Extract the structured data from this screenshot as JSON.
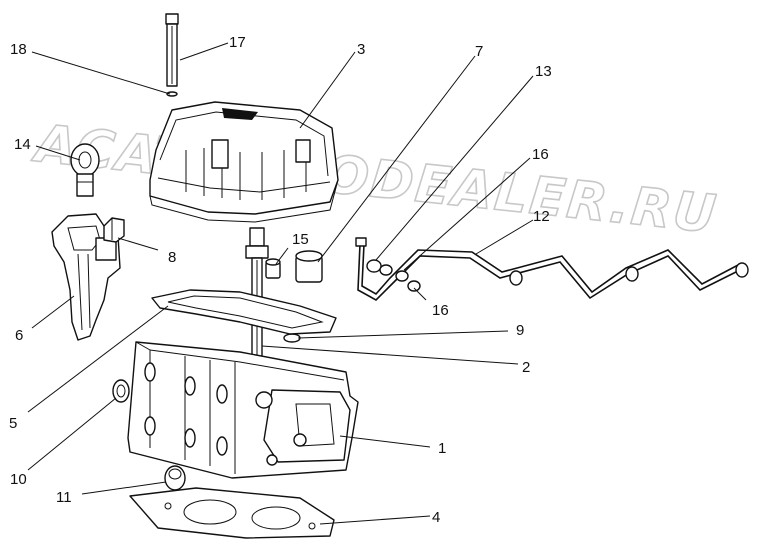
{
  "watermark": "ACAT.AUTODEALER.RU",
  "callouts": [
    {
      "id": "18",
      "label": "18"
    },
    {
      "id": "17",
      "label": "17"
    },
    {
      "id": "3",
      "label": "3"
    },
    {
      "id": "7",
      "label": "7"
    },
    {
      "id": "13",
      "label": "13"
    },
    {
      "id": "14",
      "label": "14"
    },
    {
      "id": "16a",
      "label": "16"
    },
    {
      "id": "12",
      "label": "12"
    },
    {
      "id": "15",
      "label": "15"
    },
    {
      "id": "8",
      "label": "8"
    },
    {
      "id": "16b",
      "label": "16"
    },
    {
      "id": "6",
      "label": "6"
    },
    {
      "id": "9",
      "label": "9"
    },
    {
      "id": "2",
      "label": "2"
    },
    {
      "id": "5",
      "label": "5"
    },
    {
      "id": "1",
      "label": "1"
    },
    {
      "id": "10",
      "label": "10"
    },
    {
      "id": "11",
      "label": "11"
    },
    {
      "id": "4",
      "label": "4"
    }
  ]
}
